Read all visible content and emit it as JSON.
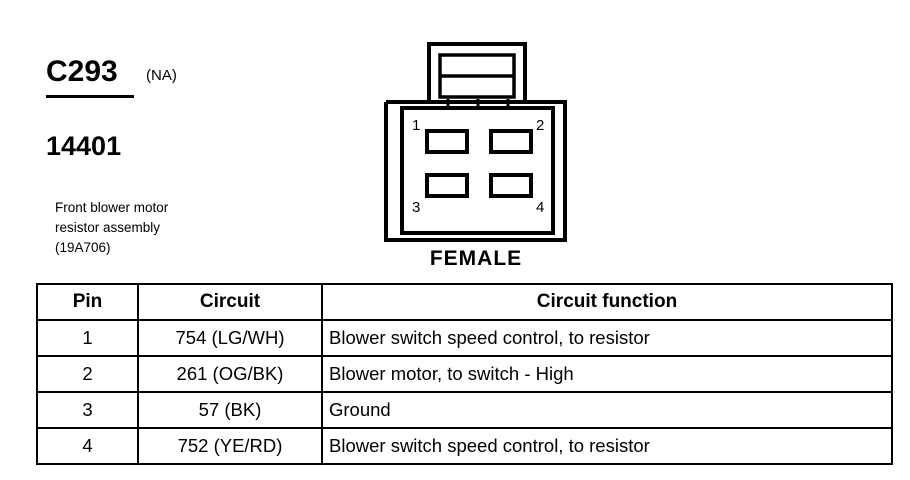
{
  "connector": {
    "id": "C293",
    "availability": "(NA)",
    "part_number": "14401",
    "description_lines": [
      "Front blower motor",
      "resistor assembly",
      "(19A706)"
    ],
    "gender_caption": "FEMALE",
    "cavity_labels": [
      "1",
      "2",
      "3",
      "4"
    ],
    "line_color": "#000000",
    "background_color": "#ffffff"
  },
  "table": {
    "headers": [
      "Pin",
      "Circuit",
      "Circuit function"
    ],
    "rows": [
      {
        "pin": "1",
        "circuit": "754 (LG/WH)",
        "function": "Blower switch speed control, to resistor"
      },
      {
        "pin": "2",
        "circuit": "261 (OG/BK)",
        "function": "Blower motor, to switch - High"
      },
      {
        "pin": "3",
        "circuit": "57 (BK)",
        "function": "Ground"
      },
      {
        "pin": "4",
        "circuit": "752 (YE/RD)",
        "function": "Blower switch speed control, to resistor"
      }
    ]
  }
}
